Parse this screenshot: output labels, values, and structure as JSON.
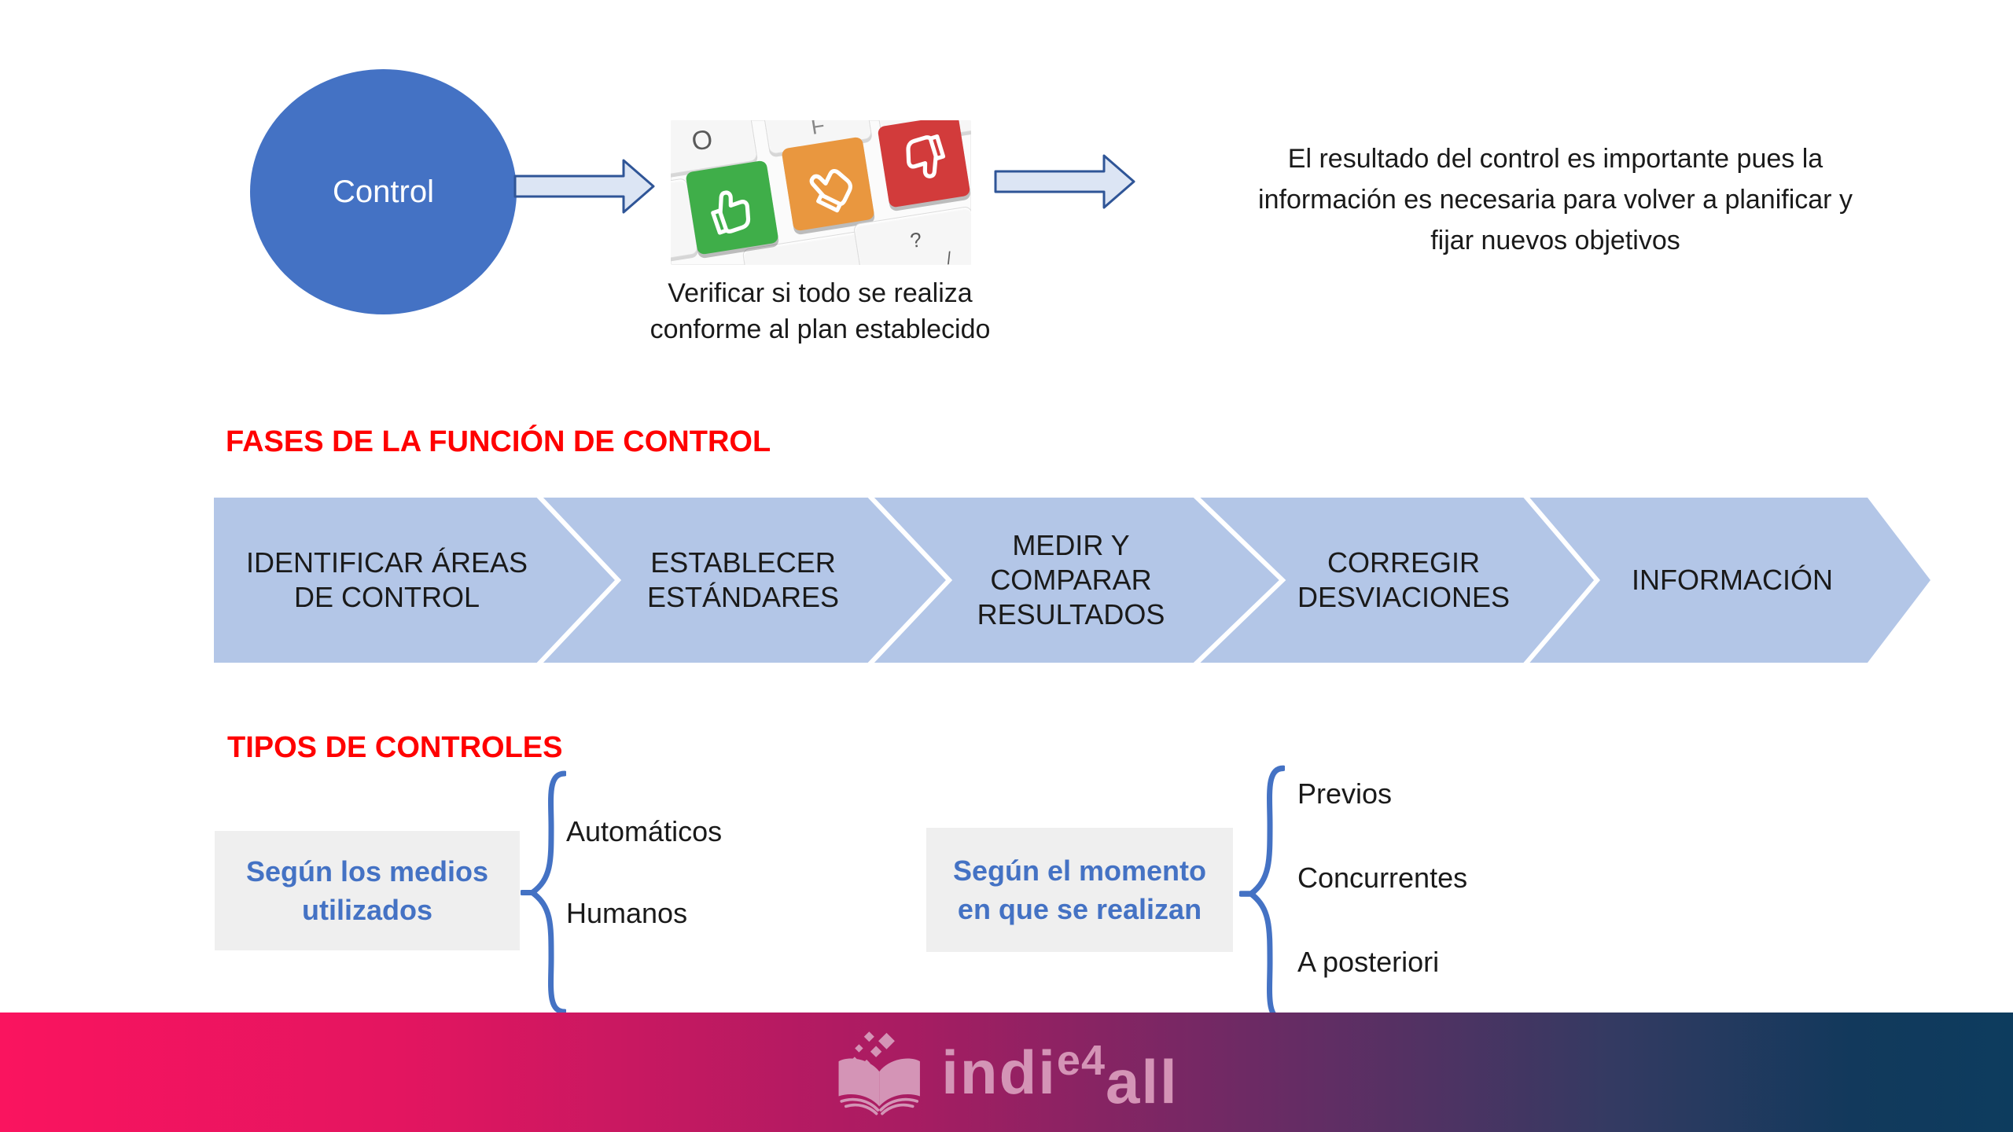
{
  "top_flow": {
    "circle_label": "Control",
    "caption_lines": [
      "Verificar si todo se realiza",
      "conforme al plan establecido"
    ],
    "result_lines": [
      "El resultado del control es importante pues la",
      "información es necesaria para volver a planificar y",
      "fijar nuevos objetivos"
    ],
    "keyboard_keys": {
      "o": "O",
      "f": "F",
      "question": "?",
      "slash": "/"
    }
  },
  "phases": {
    "heading": "FASES DE LA FUNCIÓN DE CONTROL",
    "steps": [
      {
        "lines": [
          "IDENTIFICAR ÁREAS",
          "DE CONTROL"
        ]
      },
      {
        "lines": [
          "ESTABLECER",
          "ESTÁNDARES"
        ]
      },
      {
        "lines": [
          "MEDIR Y",
          "COMPARAR",
          "RESULTADOS"
        ]
      },
      {
        "lines": [
          "CORREGIR",
          "DESVIACIONES"
        ]
      },
      {
        "lines": [
          "INFORMACIÓN"
        ]
      }
    ]
  },
  "types": {
    "heading": "TIPOS DE CONTROLES",
    "groups": [
      {
        "label_lines": [
          "Según los medios",
          "utilizados"
        ],
        "items": [
          "Automáticos",
          "Humanos"
        ]
      },
      {
        "label_lines": [
          "Según el momento",
          "en que se realizan"
        ],
        "items": [
          "Previos",
          "Concurrentes",
          "A posteriori"
        ]
      }
    ]
  },
  "footer": {
    "brand_part1": "indi",
    "brand_sup": "e4",
    "brand_part2": "all"
  },
  "colors": {
    "accent_blue": "#4472C4",
    "band_light_blue": "#B3C6E7",
    "arrow_fill": "#DCE5F4",
    "arrow_stroke": "#2F5597",
    "heading_red": "#FF0000",
    "box_gray": "#EFEFEF",
    "text_dark": "#1A1A1A",
    "footer_gradient_left": "#FA145F",
    "footer_gradient_right": "#0D3C5E",
    "logo_pink": "#D494B6",
    "key_green": "#3FAE49",
    "key_orange": "#E9973F",
    "key_red": "#D23B3B"
  }
}
